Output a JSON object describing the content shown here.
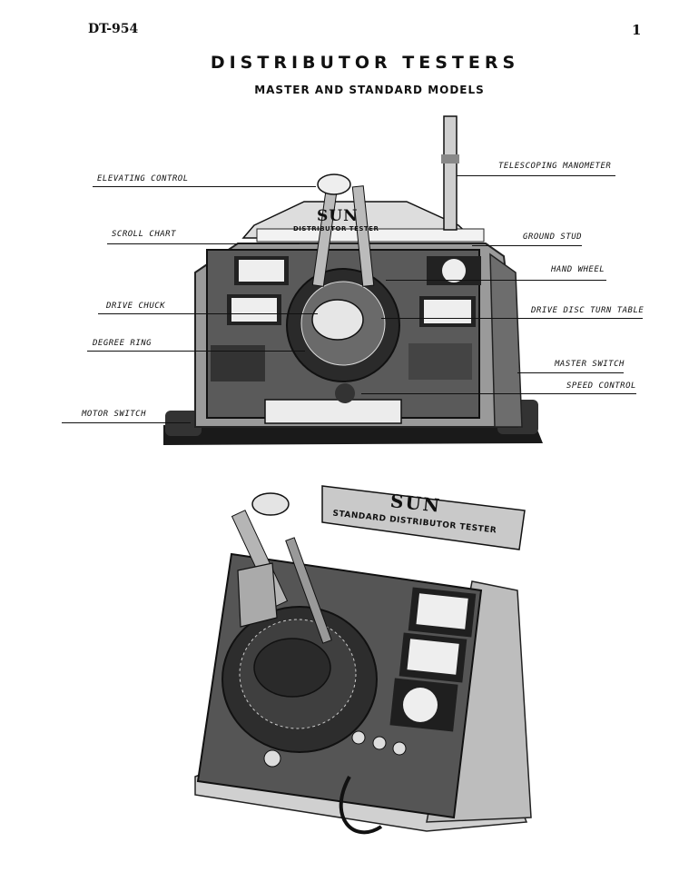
{
  "header": {
    "doc_number": "DT-954",
    "page_number": "1"
  },
  "title": "DISTRIBUTOR TESTERS",
  "subtitle": "MASTER AND STANDARD MODELS",
  "master_model": {
    "brand": "SUN",
    "name_plate": "DISTRIBUTOR TESTER",
    "callouts_left": [
      "ELEVATING CONTROL",
      "SCROLL CHART",
      "DRIVE CHUCK",
      "DEGREE RING",
      "MOTOR SWITCH"
    ],
    "callouts_right": [
      "TELESCOPING MANOMETER",
      "GROUND STUD",
      "HAND WHEEL",
      "DRIVE DISC TURN TABLE",
      "MASTER SWITCH",
      "SPEED CONTROL"
    ]
  },
  "standard_model": {
    "brand": "SUN",
    "name_plate": "STANDARD DISTRIBUTOR TESTER"
  }
}
